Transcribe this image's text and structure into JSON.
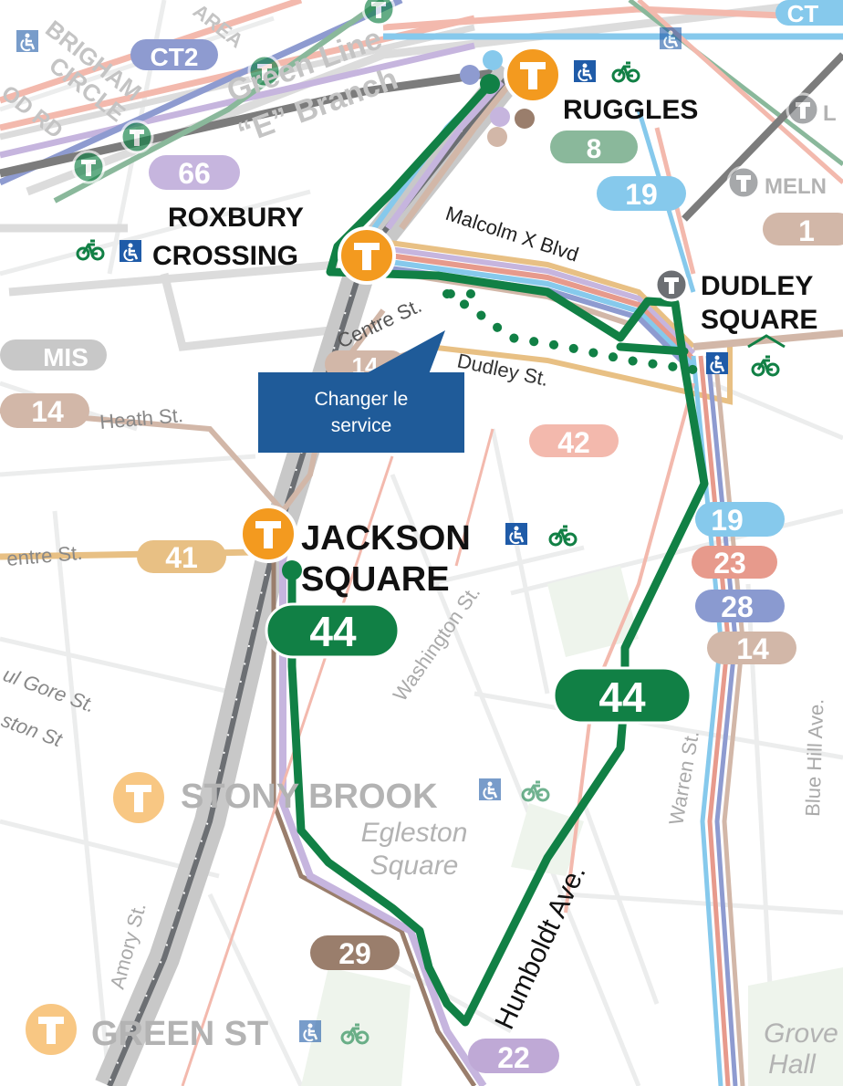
{
  "colors": {
    "bus_44": "#118045",
    "route_19": "#86c9ec",
    "route_23": "#e79a8c",
    "route_28": "#8a9ad0",
    "route_14": "#d2b7a8",
    "route_41": "#e8c084",
    "route_42": "#f3b9ad",
    "route_22": "#bfa9d6",
    "route_29": "#9a7e6c",
    "route_66": "#c6b5de",
    "route_8": "#8ab89b",
    "route_ct2": "#8e9bd0",
    "orange_line": "#f39a1f",
    "subway_gray": "#6c6f73",
    "callout": "#1f5b99"
  },
  "callout": {
    "line1": "Changer le",
    "line2": "service"
  },
  "stations": {
    "ruggles": "RUGGLES",
    "roxbury_1": "ROXBURY",
    "roxbury_2": "CROSSING",
    "dudley_1": "DUDLEY",
    "dudley_2": "SQUARE",
    "jackson_1": "JACKSON",
    "jackson_2": "SQUARE",
    "stony": "STONY BROOK",
    "green": "GREEN ST",
    "melnea": "MELN",
    "ruggles_right": "L"
  },
  "places": {
    "egleston_1": "Egleston",
    "egleston_2": "Square",
    "grove_1": "Grove",
    "grove_2": "Hall",
    "green_line_1": "Green Line",
    "green_line_2": "“E” Branch",
    "brigham_1": "BRIGHAM",
    "brigham_2": "CIRCLE",
    "area": "AREA",
    "od_rd": "OD RD"
  },
  "streets": {
    "malcolm": "Malcolm X Blvd",
    "centre": "Centre St.",
    "dudley": "Dudley St.",
    "heath": "Heath St.",
    "centre_left": "entre St.",
    "washington": "Washington St.",
    "warren": "Warren St.",
    "humboldt": "Humboldt Ave.",
    "blue_hill": "Blue Hill Ave.",
    "amory": "Amory St.",
    "gore": "ul Gore St.",
    "ston": "ston St"
  },
  "routes": {
    "r44a": "44",
    "r44b": "44",
    "r8": "8",
    "r19a": "19",
    "r19b": "19",
    "r66": "66",
    "ct2": "CT2",
    "ct1": "CT",
    "r1": "1",
    "mis": "MIS",
    "r14a": "14",
    "r14b": "14",
    "r14c": "14",
    "r41": "41",
    "r42": "42",
    "r23": "23",
    "r28": "28",
    "r29": "29",
    "r22": "22"
  }
}
